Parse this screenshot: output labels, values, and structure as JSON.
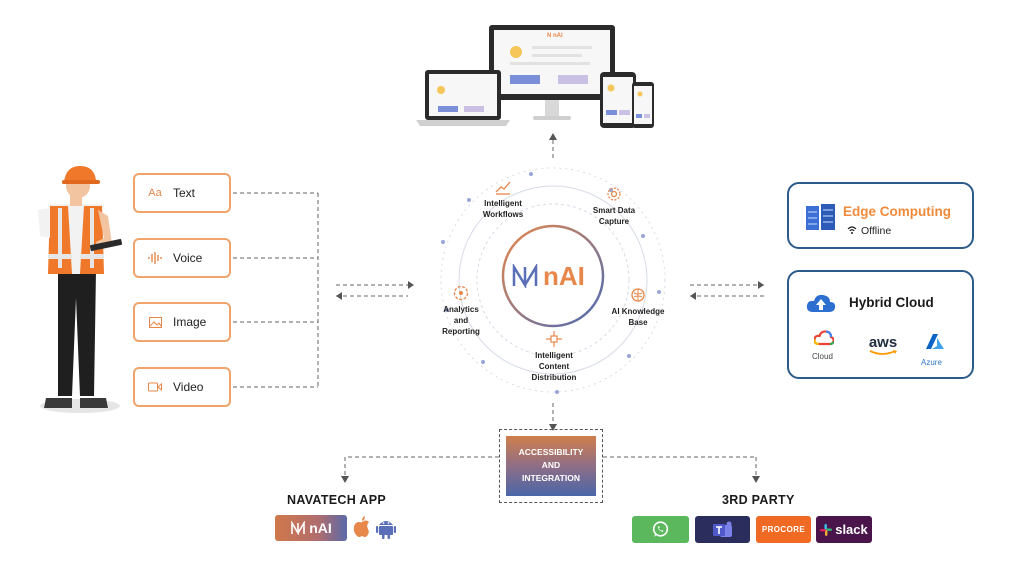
{
  "inputs": [
    {
      "label": "Text",
      "icon": "text-icon"
    },
    {
      "label": "Voice",
      "icon": "voice-icon"
    },
    {
      "label": "Image",
      "icon": "image-icon"
    },
    {
      "label": "Video",
      "icon": "video-icon"
    }
  ],
  "hub": {
    "logo_text": "nAI",
    "features": [
      {
        "label": "Intelligent Workflows"
      },
      {
        "label": "Smart Data Capture"
      },
      {
        "label": "AI Knowledge Base"
      },
      {
        "label": "Intelligent Content Distribution"
      },
      {
        "label": "Analytics and Reporting"
      }
    ]
  },
  "devices": {
    "screen_logo": "nAI"
  },
  "edge": {
    "title": "Edge Computing",
    "status": "Offline"
  },
  "hybrid": {
    "title": "Hybrid Cloud",
    "providers": [
      {
        "label": "Cloud",
        "icon": "google-cloud-icon"
      },
      {
        "label": "aws",
        "icon": "aws-icon"
      },
      {
        "label": "Azure",
        "icon": "azure-icon"
      }
    ]
  },
  "access": {
    "line1": "ACCESSIBILITY",
    "line2": "AND",
    "line3": "INTEGRATION"
  },
  "navatech": {
    "title": "NAVATECH APP",
    "badge": "nAI"
  },
  "third_party": {
    "title": "3RD PARTY",
    "tiles": [
      {
        "label": "",
        "icon": "whatsapp-icon",
        "color": "#5cb85c"
      },
      {
        "label": "",
        "icon": "teams-icon",
        "color": "#2b2d5c"
      },
      {
        "label": "PROCORE",
        "icon": "procore-icon",
        "color": "#f06a24"
      },
      {
        "label": "slack",
        "icon": "slack-icon",
        "color": "#4a154b"
      }
    ]
  },
  "colors": {
    "accent_orange": "#e8874a",
    "accent_blue": "#2c5a8a",
    "edge_orange": "#f08a3a"
  }
}
